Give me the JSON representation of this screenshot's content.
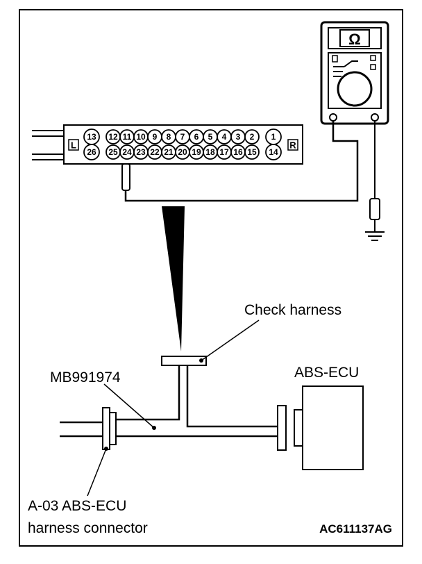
{
  "labels": {
    "check_harness": "Check harness",
    "tool": "MB991974",
    "ecu": "ABS-ECU",
    "connector_line1": "A-03 ABS-ECU",
    "connector_line2": "harness connector",
    "figure_code": "AC611137AG"
  },
  "meter": {
    "symbol": "Ω"
  },
  "check_box": {
    "left_marker": "L",
    "right_marker": "R",
    "top_pins": [
      "13",
      "12",
      "11",
      "10",
      "9",
      "8",
      "7",
      "6",
      "5",
      "4",
      "3",
      "2",
      "1"
    ],
    "bottom_pins": [
      "26",
      "25",
      "24",
      "23",
      "22",
      "21",
      "20",
      "19",
      "18",
      "17",
      "16",
      "15",
      "14"
    ]
  }
}
